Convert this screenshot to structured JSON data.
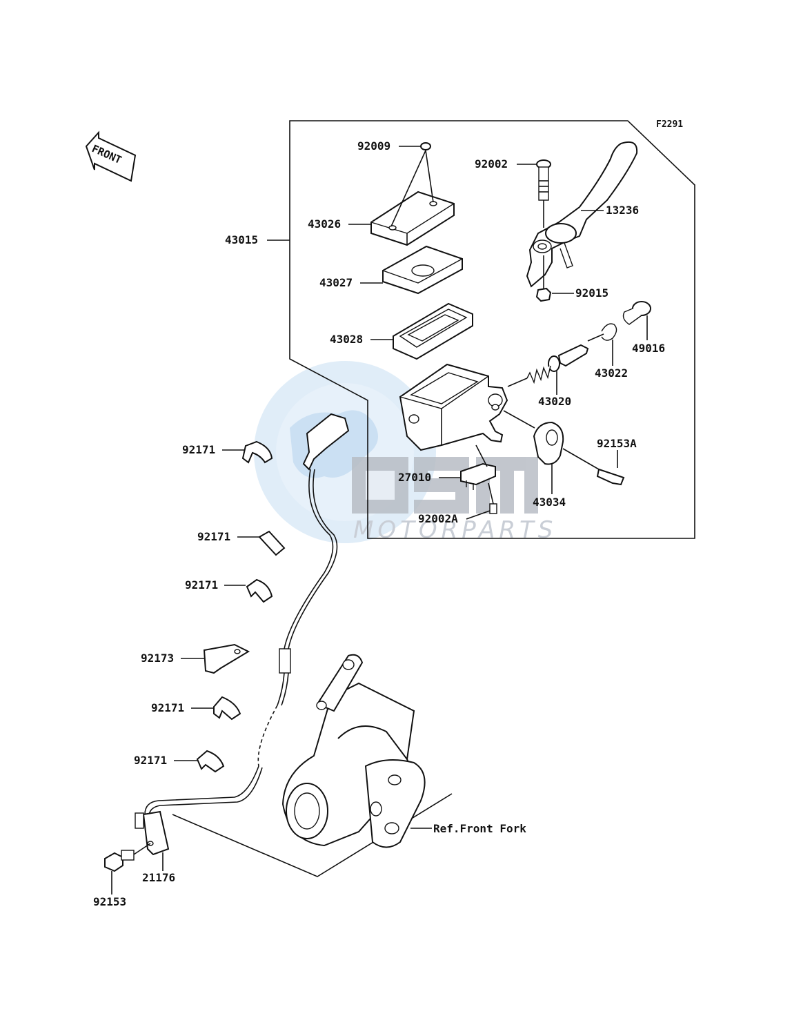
{
  "figure_code": "F2291",
  "front_label": "FRONT",
  "watermark": {
    "brand": "OSM",
    "subtitle": "MOTORPARTS",
    "colors": {
      "globe": "#cfe3f5",
      "letters": "#b8bdc5"
    }
  },
  "callouts": {
    "p92009": "92009",
    "p92002": "92002",
    "p13236": "13236",
    "p43026": "43026",
    "p43015": "43015",
    "p43027": "43027",
    "p92015": "92015",
    "p49016": "49016",
    "p43028": "43028",
    "p43022": "43022",
    "p43020": "43020",
    "p92171a": "92171",
    "p92153A": "92153A",
    "p27010": "27010",
    "p43034": "43034",
    "p92002A": "92002A",
    "p92171b": "92171",
    "p92171c": "92171",
    "p92173": "92173",
    "p92171d": "92171",
    "p92171e": "92171",
    "ref_front_fork": "Ref.Front Fork",
    "p21176": "21176",
    "p92153": "92153"
  }
}
